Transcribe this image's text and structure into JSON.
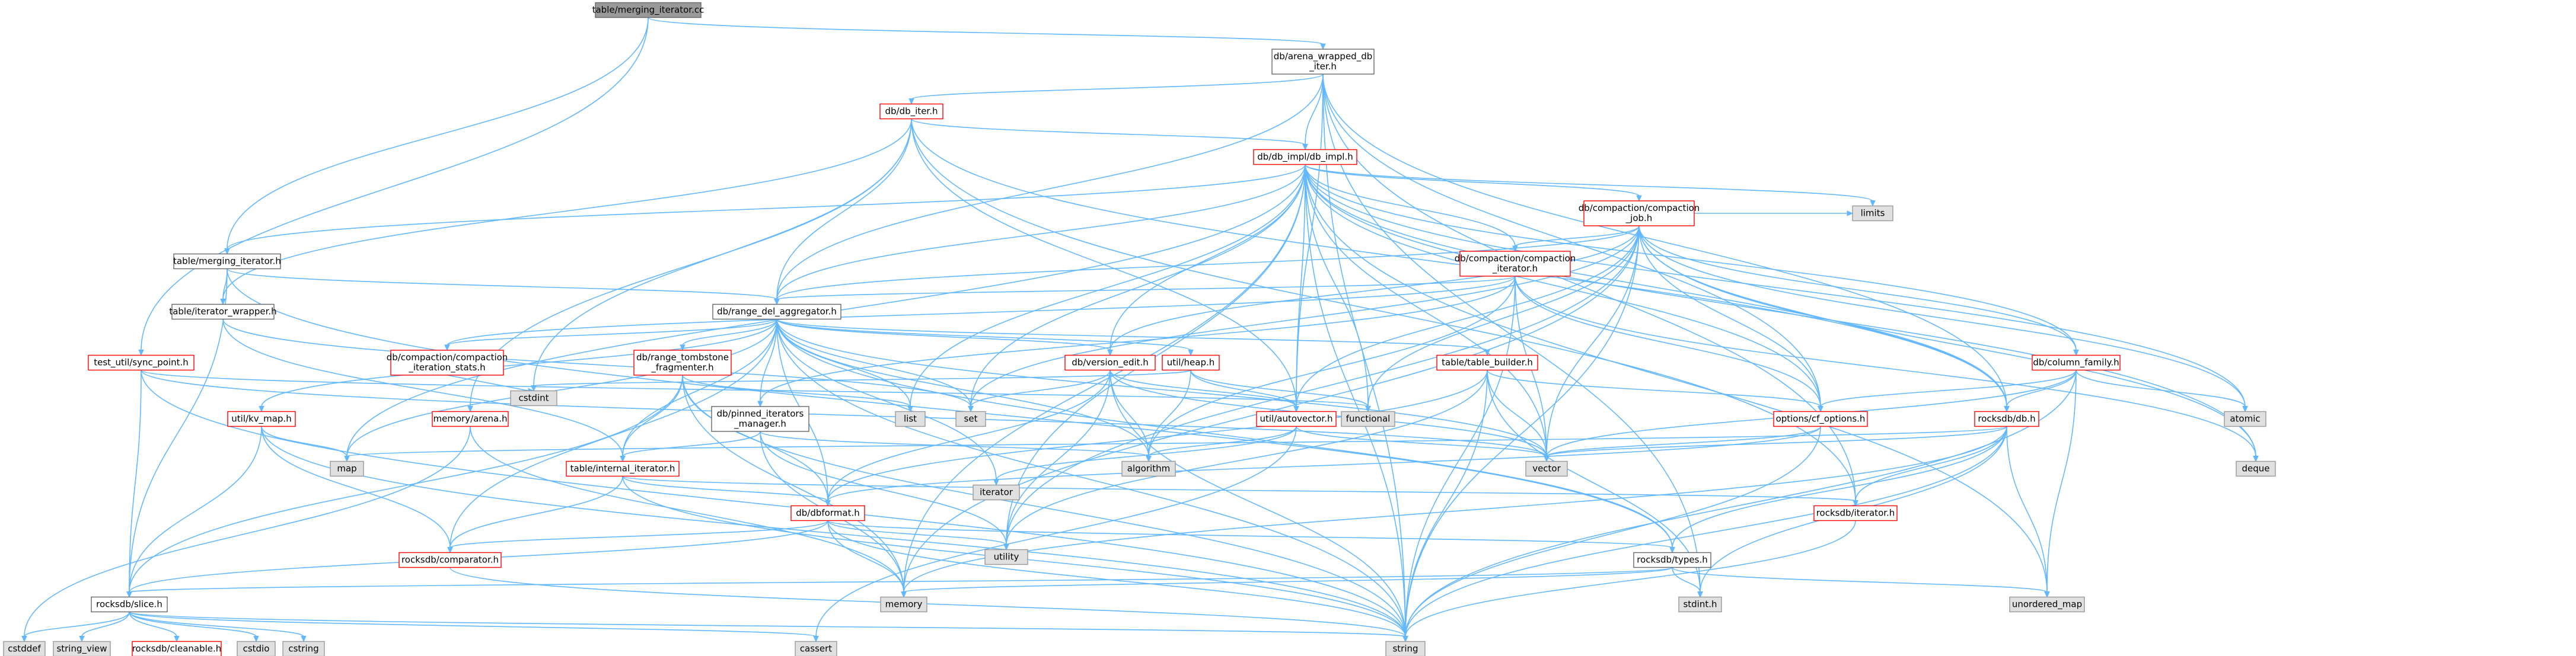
{
  "colors": {
    "edge": "#63b8ff",
    "root_fill": "#999999",
    "root_border": "#666666",
    "red_border": "#ff0000",
    "doc_border": "#666666",
    "doc_fill": "#ffffff",
    "sys_fill": "#e0e0e0",
    "sys_border": "#999999"
  },
  "nodes": [
    {
      "id": "root",
      "lines": [
        "table/merging_iterator.cc"
      ],
      "kind": "root"
    },
    {
      "id": "arena_wrapped",
      "lines": [
        "db/arena_wrapped_db",
        "_iter.h"
      ],
      "kind": "doc"
    },
    {
      "id": "db_iter",
      "lines": [
        "db/db_iter.h"
      ],
      "kind": "red"
    },
    {
      "id": "db_impl",
      "lines": [
        "db/db_impl/db_impl.h"
      ],
      "kind": "red"
    },
    {
      "id": "compaction_job",
      "lines": [
        "db/compaction/compaction",
        "_job.h"
      ],
      "kind": "red"
    },
    {
      "id": "compaction_iterator",
      "lines": [
        "db/compaction/compaction",
        "_iterator.h"
      ],
      "kind": "red"
    },
    {
      "id": "merging_iterator_h",
      "lines": [
        "table/merging_iterator.h"
      ],
      "kind": "doc"
    },
    {
      "id": "iterator_wrapper",
      "lines": [
        "table/iterator_wrapper.h"
      ],
      "kind": "doc"
    },
    {
      "id": "range_del",
      "lines": [
        "db/range_del_aggregator.h"
      ],
      "kind": "doc"
    },
    {
      "id": "sync_point",
      "lines": [
        "test_util/sync_point.h"
      ],
      "kind": "red"
    },
    {
      "id": "comp_iter_stats",
      "lines": [
        "db/compaction/compaction",
        "_iteration_stats.h"
      ],
      "kind": "red"
    },
    {
      "id": "range_tomb",
      "lines": [
        "db/range_tombstone",
        "_fragmenter.h"
      ],
      "kind": "red"
    },
    {
      "id": "pinned_iter",
      "lines": [
        "db/pinned_iterators",
        "_manager.h"
      ],
      "kind": "doc"
    },
    {
      "id": "version_edit",
      "lines": [
        "db/version_edit.h"
      ],
      "kind": "red"
    },
    {
      "id": "heap",
      "lines": [
        "util/heap.h"
      ],
      "kind": "red"
    },
    {
      "id": "table_builder",
      "lines": [
        "table/table_builder.h"
      ],
      "kind": "red"
    },
    {
      "id": "column_family",
      "lines": [
        "db/column_family.h"
      ],
      "kind": "red"
    },
    {
      "id": "kv_map",
      "lines": [
        "util/kv_map.h"
      ],
      "kind": "red"
    },
    {
      "id": "arena",
      "lines": [
        "memory/arena.h"
      ],
      "kind": "red"
    },
    {
      "id": "internal_iter",
      "lines": [
        "table/internal_iterator.h"
      ],
      "kind": "red"
    },
    {
      "id": "autovector",
      "lines": [
        "util/autovector.h"
      ],
      "kind": "red"
    },
    {
      "id": "cf_options",
      "lines": [
        "options/cf_options.h"
      ],
      "kind": "red"
    },
    {
      "id": "rdb_db",
      "lines": [
        "rocksdb/db.h"
      ],
      "kind": "red"
    },
    {
      "id": "dbformat",
      "lines": [
        "db/dbformat.h"
      ],
      "kind": "red"
    },
    {
      "id": "rdb_iterator",
      "lines": [
        "rocksdb/iterator.h"
      ],
      "kind": "red"
    },
    {
      "id": "rdb_comparator",
      "lines": [
        "rocksdb/comparator.h"
      ],
      "kind": "red"
    },
    {
      "id": "rdb_types",
      "lines": [
        "rocksdb/types.h"
      ],
      "kind": "doc"
    },
    {
      "id": "rdb_slice",
      "lines": [
        "rocksdb/slice.h"
      ],
      "kind": "doc"
    },
    {
      "id": "rdb_cleanable",
      "lines": [
        "rocksdb/cleanable.h"
      ],
      "kind": "red"
    },
    {
      "id": "limits",
      "lines": [
        "limits"
      ],
      "kind": "sys"
    },
    {
      "id": "atomic",
      "lines": [
        "atomic"
      ],
      "kind": "sys"
    },
    {
      "id": "deque",
      "lines": [
        "deque"
      ],
      "kind": "sys"
    },
    {
      "id": "list",
      "lines": [
        "list"
      ],
      "kind": "sys"
    },
    {
      "id": "set",
      "lines": [
        "set"
      ],
      "kind": "sys"
    },
    {
      "id": "cstdint",
      "lines": [
        "cstdint"
      ],
      "kind": "sys"
    },
    {
      "id": "functional",
      "lines": [
        "functional"
      ],
      "kind": "sys"
    },
    {
      "id": "map",
      "lines": [
        "map"
      ],
      "kind": "sys"
    },
    {
      "id": "iterator",
      "lines": [
        "iterator"
      ],
      "kind": "sys"
    },
    {
      "id": "algorithm",
      "lines": [
        "algorithm"
      ],
      "kind": "sys"
    },
    {
      "id": "vector",
      "lines": [
        "vector"
      ],
      "kind": "sys"
    },
    {
      "id": "utility",
      "lines": [
        "utility"
      ],
      "kind": "sys"
    },
    {
      "id": "memory",
      "lines": [
        "memory"
      ],
      "kind": "sys"
    },
    {
      "id": "stdint",
      "lines": [
        "stdint.h"
      ],
      "kind": "sys"
    },
    {
      "id": "unordered_map",
      "lines": [
        "unordered_map"
      ],
      "kind": "sys"
    },
    {
      "id": "cstddef",
      "lines": [
        "cstddef"
      ],
      "kind": "sys"
    },
    {
      "id": "string_view",
      "lines": [
        "string_view"
      ],
      "kind": "sys"
    },
    {
      "id": "cstdio",
      "lines": [
        "cstdio"
      ],
      "kind": "sys"
    },
    {
      "id": "cstring",
      "lines": [
        "cstring"
      ],
      "kind": "sys"
    },
    {
      "id": "cassert",
      "lines": [
        "cassert"
      ],
      "kind": "sys"
    },
    {
      "id": "string",
      "lines": [
        "string"
      ],
      "kind": "sys"
    }
  ],
  "edges": [
    [
      "root",
      "arena_wrapped"
    ],
    [
      "root",
      "merging_iterator_h"
    ],
    [
      "root",
      "sync_point"
    ],
    [
      "arena_wrapped",
      "db_iter"
    ],
    [
      "arena_wrapped",
      "db_impl"
    ],
    [
      "arena_wrapped",
      "range_del"
    ],
    [
      "arena_wrapped",
      "autovector"
    ],
    [
      "arena_wrapped",
      "cf_options"
    ],
    [
      "arena_wrapped",
      "rdb_db"
    ],
    [
      "arena_wrapped",
      "rdb_iterator"
    ],
    [
      "arena_wrapped",
      "stdint"
    ],
    [
      "arena_wrapped",
      "string"
    ],
    [
      "db_iter",
      "db_impl"
    ],
    [
      "db_iter",
      "range_del"
    ],
    [
      "db_iter",
      "arena"
    ],
    [
      "db_iter",
      "iterator_wrapper"
    ],
    [
      "db_iter",
      "cstdint"
    ],
    [
      "db_iter",
      "autovector"
    ],
    [
      "db_iter",
      "rdb_db"
    ],
    [
      "db_iter",
      "rdb_iterator"
    ],
    [
      "db_impl",
      "compaction_job"
    ],
    [
      "db_impl",
      "compaction_iterator"
    ],
    [
      "db_impl",
      "column_family"
    ],
    [
      "db_impl",
      "version_edit"
    ],
    [
      "db_impl",
      "range_del"
    ],
    [
      "db_impl",
      "merging_iterator_h"
    ],
    [
      "db_impl",
      "autovector"
    ],
    [
      "db_impl",
      "cf_options"
    ],
    [
      "db_impl",
      "rdb_db"
    ],
    [
      "db_impl",
      "limits"
    ],
    [
      "db_impl",
      "atomic"
    ],
    [
      "db_impl",
      "deque"
    ],
    [
      "db_impl",
      "list"
    ],
    [
      "db_impl",
      "set"
    ],
    [
      "db_impl",
      "functional"
    ],
    [
      "db_impl",
      "map"
    ],
    [
      "db_impl",
      "vector"
    ],
    [
      "db_impl",
      "utility"
    ],
    [
      "db_impl",
      "string"
    ],
    [
      "db_impl",
      "unordered_map"
    ],
    [
      "db_impl",
      "memory"
    ],
    [
      "compaction_job",
      "compaction_iterator"
    ],
    [
      "compaction_job",
      "column_family"
    ],
    [
      "compaction_job",
      "range_del"
    ],
    [
      "compaction_job",
      "version_edit"
    ],
    [
      "compaction_job",
      "autovector"
    ],
    [
      "compaction_job",
      "cf_options"
    ],
    [
      "compaction_job",
      "rdb_db"
    ],
    [
      "compaction_job",
      "limits"
    ],
    [
      "compaction_job",
      "atomic"
    ],
    [
      "compaction_job",
      "deque"
    ],
    [
      "compaction_job",
      "functional"
    ],
    [
      "compaction_job",
      "set"
    ],
    [
      "compaction_job",
      "vector"
    ],
    [
      "compaction_job",
      "utility"
    ],
    [
      "compaction_job",
      "string"
    ],
    [
      "compaction_job",
      "memory"
    ],
    [
      "compaction_iterator",
      "range_del"
    ],
    [
      "compaction_iterator",
      "pinned_iter"
    ],
    [
      "compaction_iterator",
      "comp_iter_stats"
    ],
    [
      "compaction_iterator",
      "cf_options"
    ],
    [
      "compaction_iterator",
      "algorithm"
    ],
    [
      "compaction_iterator",
      "deque"
    ],
    [
      "compaction_iterator",
      "vector"
    ],
    [
      "compaction_iterator",
      "string"
    ],
    [
      "merging_iterator_h",
      "range_del"
    ],
    [
      "merging_iterator_h",
      "iterator_wrapper"
    ],
    [
      "merging_iterator_h",
      "rdb_slice"
    ],
    [
      "merging_iterator_h",
      "rdb_types"
    ],
    [
      "iterator_wrapper",
      "internal_iter"
    ],
    [
      "iterator_wrapper",
      "set"
    ],
    [
      "range_del",
      "comp_iter_stats"
    ],
    [
      "range_del",
      "range_tomb"
    ],
    [
      "range_del",
      "pinned_iter"
    ],
    [
      "range_del",
      "version_edit"
    ],
    [
      "range_del",
      "heap"
    ],
    [
      "range_del",
      "table_builder"
    ],
    [
      "range_del",
      "kv_map"
    ],
    [
      "range_del",
      "internal_iter"
    ],
    [
      "range_del",
      "dbformat"
    ],
    [
      "range_del",
      "rdb_comparator"
    ],
    [
      "range_del",
      "rdb_types"
    ],
    [
      "range_del",
      "list"
    ],
    [
      "range_del",
      "set"
    ],
    [
      "range_del",
      "algorithm"
    ],
    [
      "range_del",
      "iterator"
    ],
    [
      "range_del",
      "map"
    ],
    [
      "range_del",
      "vector"
    ],
    [
      "range_del",
      "string"
    ],
    [
      "sync_point",
      "rdb_slice"
    ],
    [
      "sync_point",
      "functional"
    ],
    [
      "sync_point",
      "string"
    ],
    [
      "sync_point",
      "vector"
    ],
    [
      "comp_iter_stats",
      "cstdint"
    ],
    [
      "range_tomb",
      "internal_iter"
    ],
    [
      "range_tomb",
      "dbformat"
    ],
    [
      "range_tomb",
      "rdb_slice"
    ],
    [
      "range_tomb",
      "list"
    ],
    [
      "range_tomb",
      "memory"
    ],
    [
      "range_tomb",
      "string"
    ],
    [
      "pinned_iter",
      "internal_iter"
    ],
    [
      "pinned_iter",
      "algorithm"
    ],
    [
      "pinned_iter",
      "memory"
    ],
    [
      "pinned_iter",
      "utility"
    ],
    [
      "version_edit",
      "dbformat"
    ],
    [
      "version_edit",
      "autovector"
    ],
    [
      "version_edit",
      "set"
    ],
    [
      "version_edit",
      "algorithm"
    ],
    [
      "version_edit",
      "vector"
    ],
    [
      "version_edit",
      "utility"
    ],
    [
      "version_edit",
      "string"
    ],
    [
      "heap",
      "autovector"
    ],
    [
      "heap",
      "algorithm"
    ],
    [
      "heap",
      "cstdint"
    ],
    [
      "heap",
      "functional"
    ],
    [
      "table_builder",
      "dbformat"
    ],
    [
      "table_builder",
      "cf_options"
    ],
    [
      "table_builder",
      "vector"
    ],
    [
      "table_builder",
      "stdint"
    ],
    [
      "table_builder",
      "string"
    ],
    [
      "table_builder",
      "utility"
    ],
    [
      "column_family",
      "rdb_db"
    ],
    [
      "column_family",
      "cf_options"
    ],
    [
      "column_family",
      "atomic"
    ],
    [
      "column_family",
      "unordered_map"
    ],
    [
      "column_family",
      "vector"
    ],
    [
      "column_family",
      "string"
    ],
    [
      "kv_map",
      "rdb_comparator"
    ],
    [
      "kv_map",
      "rdb_slice"
    ],
    [
      "kv_map",
      "map"
    ],
    [
      "kv_map",
      "string"
    ],
    [
      "arena",
      "memory"
    ],
    [
      "arena",
      "cstddef"
    ],
    [
      "internal_iter",
      "dbformat"
    ],
    [
      "internal_iter",
      "rdb_comparator"
    ],
    [
      "internal_iter",
      "rdb_iterator"
    ],
    [
      "internal_iter",
      "string"
    ],
    [
      "autovector",
      "iterator"
    ],
    [
      "autovector",
      "algorithm"
    ],
    [
      "autovector",
      "vector"
    ],
    [
      "autovector",
      "cassert"
    ],
    [
      "cf_options",
      "dbformat"
    ],
    [
      "cf_options",
      "vector"
    ],
    [
      "cf_options",
      "string"
    ],
    [
      "rdb_db",
      "rdb_iterator"
    ],
    [
      "rdb_db",
      "rdb_types"
    ],
    [
      "rdb_db",
      "map"
    ],
    [
      "rdb_db",
      "vector"
    ],
    [
      "rdb_db",
      "string"
    ],
    [
      "rdb_db",
      "unordered_map"
    ],
    [
      "rdb_db",
      "memory"
    ],
    [
      "rdb_db",
      "stdint"
    ],
    [
      "dbformat",
      "rdb_comparator"
    ],
    [
      "dbformat",
      "rdb_slice"
    ],
    [
      "dbformat",
      "rdb_types"
    ],
    [
      "dbformat",
      "utility"
    ],
    [
      "dbformat",
      "memory"
    ],
    [
      "dbformat",
      "string"
    ],
    [
      "rdb_iterator",
      "string"
    ],
    [
      "rdb_comparator",
      "string"
    ],
    [
      "rdb_types",
      "rdb_slice"
    ],
    [
      "rdb_types",
      "stdint"
    ],
    [
      "rdb_types",
      "unordered_map"
    ],
    [
      "rdb_types",
      "memory"
    ],
    [
      "rdb_slice",
      "rdb_cleanable"
    ],
    [
      "rdb_slice",
      "cstddef"
    ],
    [
      "rdb_slice",
      "string_view"
    ],
    [
      "rdb_slice",
      "cstdio"
    ],
    [
      "rdb_slice",
      "cstring"
    ],
    [
      "rdb_slice",
      "cassert"
    ],
    [
      "rdb_slice",
      "string"
    ]
  ]
}
